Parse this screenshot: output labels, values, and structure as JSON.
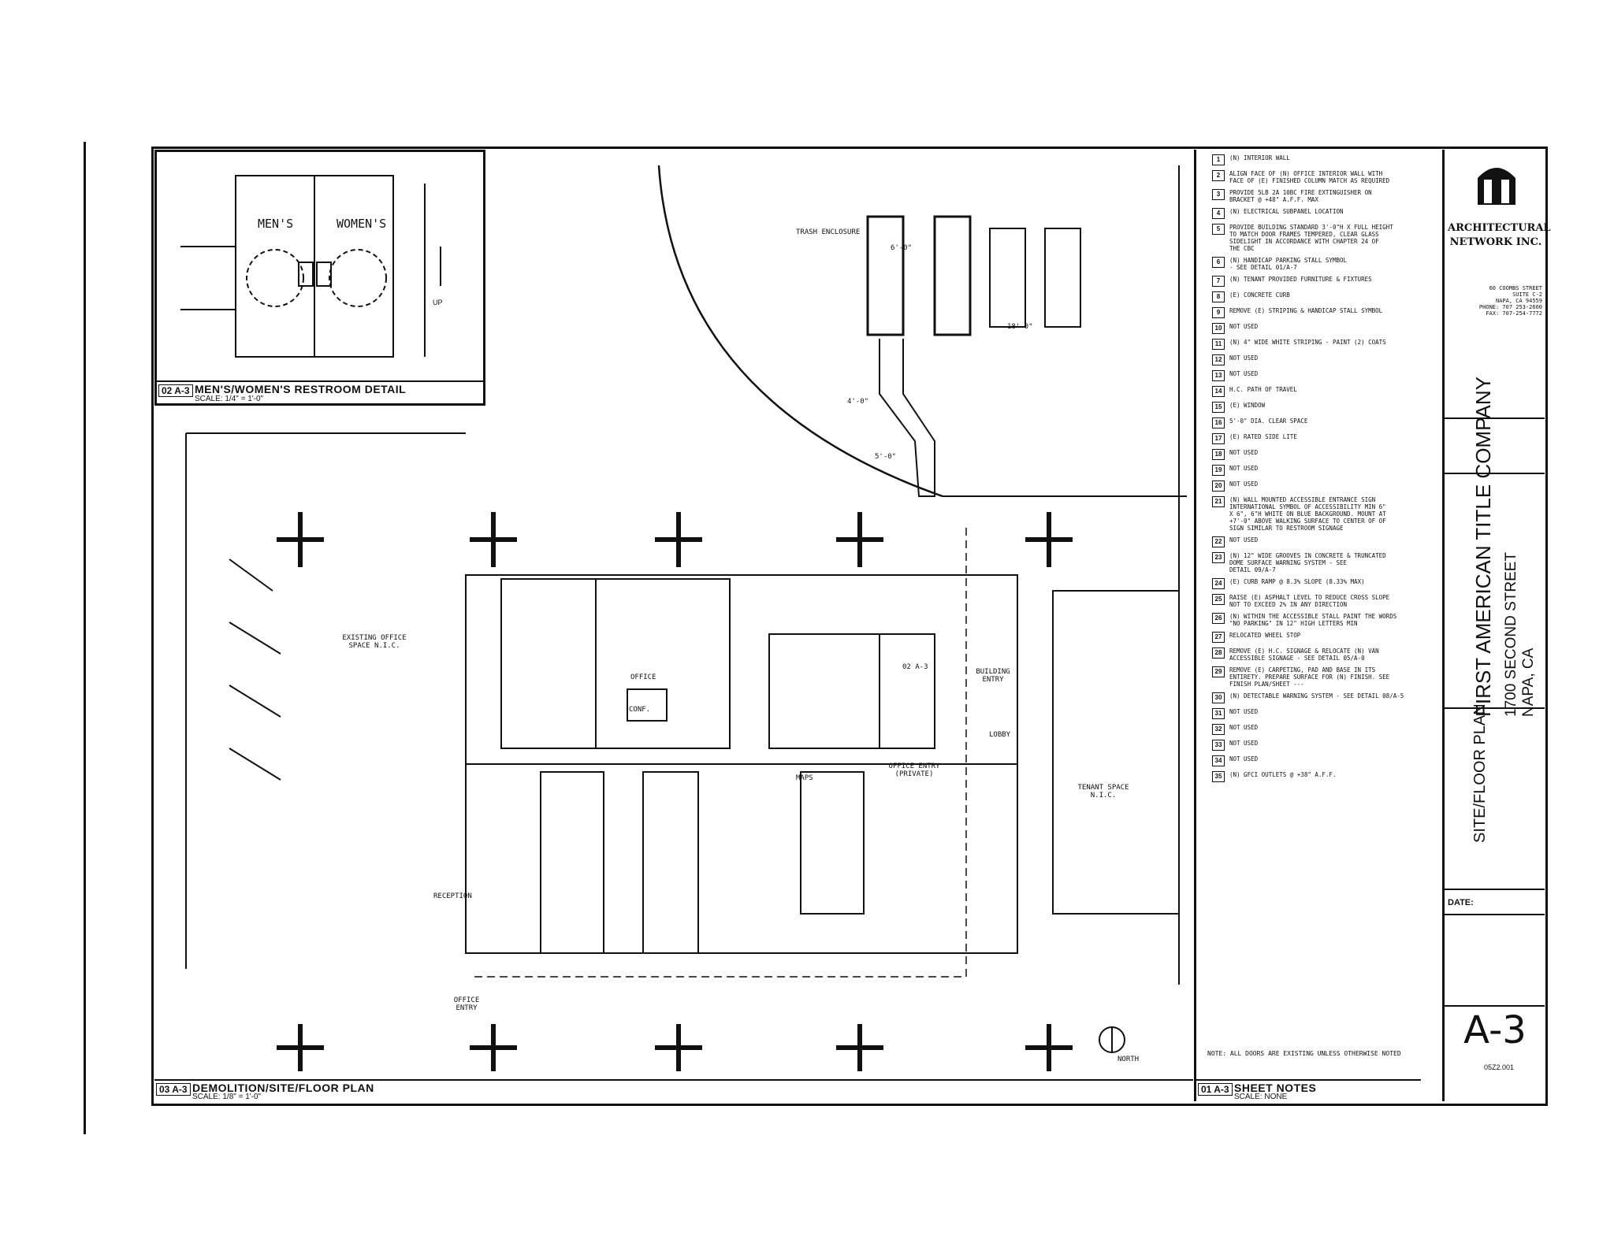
{
  "inset": {
    "label_mens": "MEN'S",
    "label_womens": "WOMEN'S",
    "label_up": "UP",
    "caption_num": "02 A-3",
    "caption_title": "MEN'S/WOMEN'S RESTROOM DETAIL",
    "caption_scale": "SCALE: 1/4\" = 1'-0\""
  },
  "plan": {
    "label_trash": "TRASH ENCLOSURE",
    "label_existing_office": "EXISTING OFFICE SPACE N.I.C.",
    "label_office": "OFFICE",
    "label_conf": "CONF.",
    "label_building_entry": "BUILDING ENTRY",
    "label_office_entry": "OFFICE ENTRY (PRIVATE)",
    "label_lobby": "LOBBY",
    "label_maps": "MAPS",
    "label_tenant": "TENANT SPACE N.I.C.",
    "label_reception": "RECEPTION",
    "label_office_entry2": "OFFICE ENTRY",
    "label_north": "NORTH",
    "detail_ref": "02 A-3",
    "dim_1": "5'-0\"",
    "dim_2": "4'-0\"",
    "dim_3": "6'-0\"",
    "dim_4": "18'-0\"",
    "caption_num": "03 A-3",
    "caption_title": "DEMOLITION/SITE/FLOOR PLAN",
    "caption_scale": "SCALE: 1/8\" = 1'-0\""
  },
  "sheet_notes": {
    "items": [
      {
        "key": "1",
        "text": "(N) INTERIOR WALL"
      },
      {
        "key": "2",
        "text": "ALIGN FACE OF (N) OFFICE INTERIOR WALL WITH\nFACE OF (E) FINISHED COLUMN MATCH AS REQUIRED"
      },
      {
        "key": "3",
        "text": "PROVIDE 5LB 2A 10BC FIRE EXTINGUISHER ON\nBRACKET @ +48\" A.F.F. MAX"
      },
      {
        "key": "4",
        "text": "(N) ELECTRICAL SUBPANEL LOCATION"
      },
      {
        "key": "5",
        "text": "PROVIDE BUILDING STANDARD 3'-0\"H X FULL HEIGHT\nTO MATCH DOOR FRAMES TEMPERED, CLEAR GLASS\nSIDELIGHT IN ACCORDANCE WITH CHAPTER 24 OF\nTHE CBC"
      },
      {
        "key": "6",
        "text": "(N) HANDICAP PARKING STALL SYMBOL\n- SEE DETAIL 01/A-7"
      },
      {
        "key": "7",
        "text": "(N) TENANT PROVIDED FURNITURE & FIXTURES"
      },
      {
        "key": "8",
        "text": "(E) CONCRETE CURB"
      },
      {
        "key": "9",
        "text": "REMOVE (E) STRIPING & HANDICAP STALL SYMBOL"
      },
      {
        "key": "10",
        "text": "NOT USED"
      },
      {
        "key": "11",
        "text": "(N) 4\" WIDE WHITE STRIPING - PAINT (2) COATS"
      },
      {
        "key": "12",
        "text": "NOT USED"
      },
      {
        "key": "13",
        "text": "NOT USED"
      },
      {
        "key": "14",
        "text": "H.C. PATH OF TRAVEL"
      },
      {
        "key": "15",
        "text": "(E) WINDOW"
      },
      {
        "key": "16",
        "text": "5'-0\" DIA. CLEAR SPACE"
      },
      {
        "key": "17",
        "text": "(E) RATED SIDE LITE"
      },
      {
        "key": "18",
        "text": "NOT USED"
      },
      {
        "key": "19",
        "text": "NOT USED"
      },
      {
        "key": "20",
        "text": "NOT USED"
      },
      {
        "key": "21",
        "text": "(N) WALL MOUNTED ACCESSIBLE ENTRANCE SIGN\nINTERNATIONAL SYMBOL OF ACCESSIBILITY MIN 6\"\nX 6\", 6\"H WHITE ON BLUE BACKGROUND. MOUNT AT\n+7'-0\" ABOVE WALKING SURFACE TO CENTER OF OF\nSIGN SIMILAR TO RESTROOM SIGNAGE"
      },
      {
        "key": "22",
        "text": "NOT USED"
      },
      {
        "key": "23",
        "text": "(N) 12\" WIDE GROOVES IN CONCRETE & TRUNCATED\nDOME SURFACE WARNING SYSTEM - SEE\nDETAIL 09/A-7"
      },
      {
        "key": "24",
        "text": "(E) CURB RAMP @ 8.3% SLOPE (8.33% MAX)"
      },
      {
        "key": "25",
        "text": "RAISE (E) ASPHALT LEVEL TO REDUCE CROSS SLOPE\nNOT TO EXCEED 2% IN ANY DIRECTION"
      },
      {
        "key": "26",
        "text": "(N) WITHIN THE ACCESSIBLE STALL PAINT THE WORDS\n\"NO PARKING\" IN 12\" HIGH LETTERS MIN"
      },
      {
        "key": "27",
        "text": "RELOCATED WHEEL STOP"
      },
      {
        "key": "28",
        "text": "REMOVE (E) H.C. SIGNAGE & RELOCATE (N) VAN\nACCESSIBLE SIGNAGE - SEE DETAIL 05/A-0"
      },
      {
        "key": "29",
        "text": "REMOVE (E) CARPETING, PAD AND BASE IN ITS\nENTIRETY. PREPARE SURFACE FOR (N) FINISH. SEE\nFINISH PLAN/SHEET ---"
      },
      {
        "key": "30",
        "text": "(N) DETECTABLE WARNING SYSTEM - SEE DETAIL 08/A-5"
      },
      {
        "key": "31",
        "text": "NOT USED"
      },
      {
        "key": "32",
        "text": "NOT USED"
      },
      {
        "key": "33",
        "text": "NOT USED"
      },
      {
        "key": "34",
        "text": "NOT USED"
      },
      {
        "key": "35",
        "text": "(N) GFCI OUTLETS @ +38\" A.F.F."
      }
    ],
    "footnote": "NOTE: ALL DOORS ARE EXISTING UNLESS OTHERWISE NOTED",
    "caption_num": "01 A-3",
    "caption_title": "SHEET NOTES",
    "caption_scale": "SCALE: NONE"
  },
  "title_block": {
    "firm_name_1": "ARCHITECTURAL",
    "firm_name_2": "NETWORK INC.",
    "firm_address": "60 COOMBS STREET\nSUITE C-2\nNAPA, CA 94559\nPHONE: 707 253-2600\nFAX: 707-254-7772",
    "project_title": "FIRST AMERICAN TITLE COMPANY",
    "project_address": "1700 SECOND STREET",
    "project_city": "NAPA, CA",
    "sheet_title": "SITE/FLOOR PLAN",
    "date_label": "DATE:",
    "sheet_number": "A-3",
    "job_number": "05Z2.001"
  }
}
